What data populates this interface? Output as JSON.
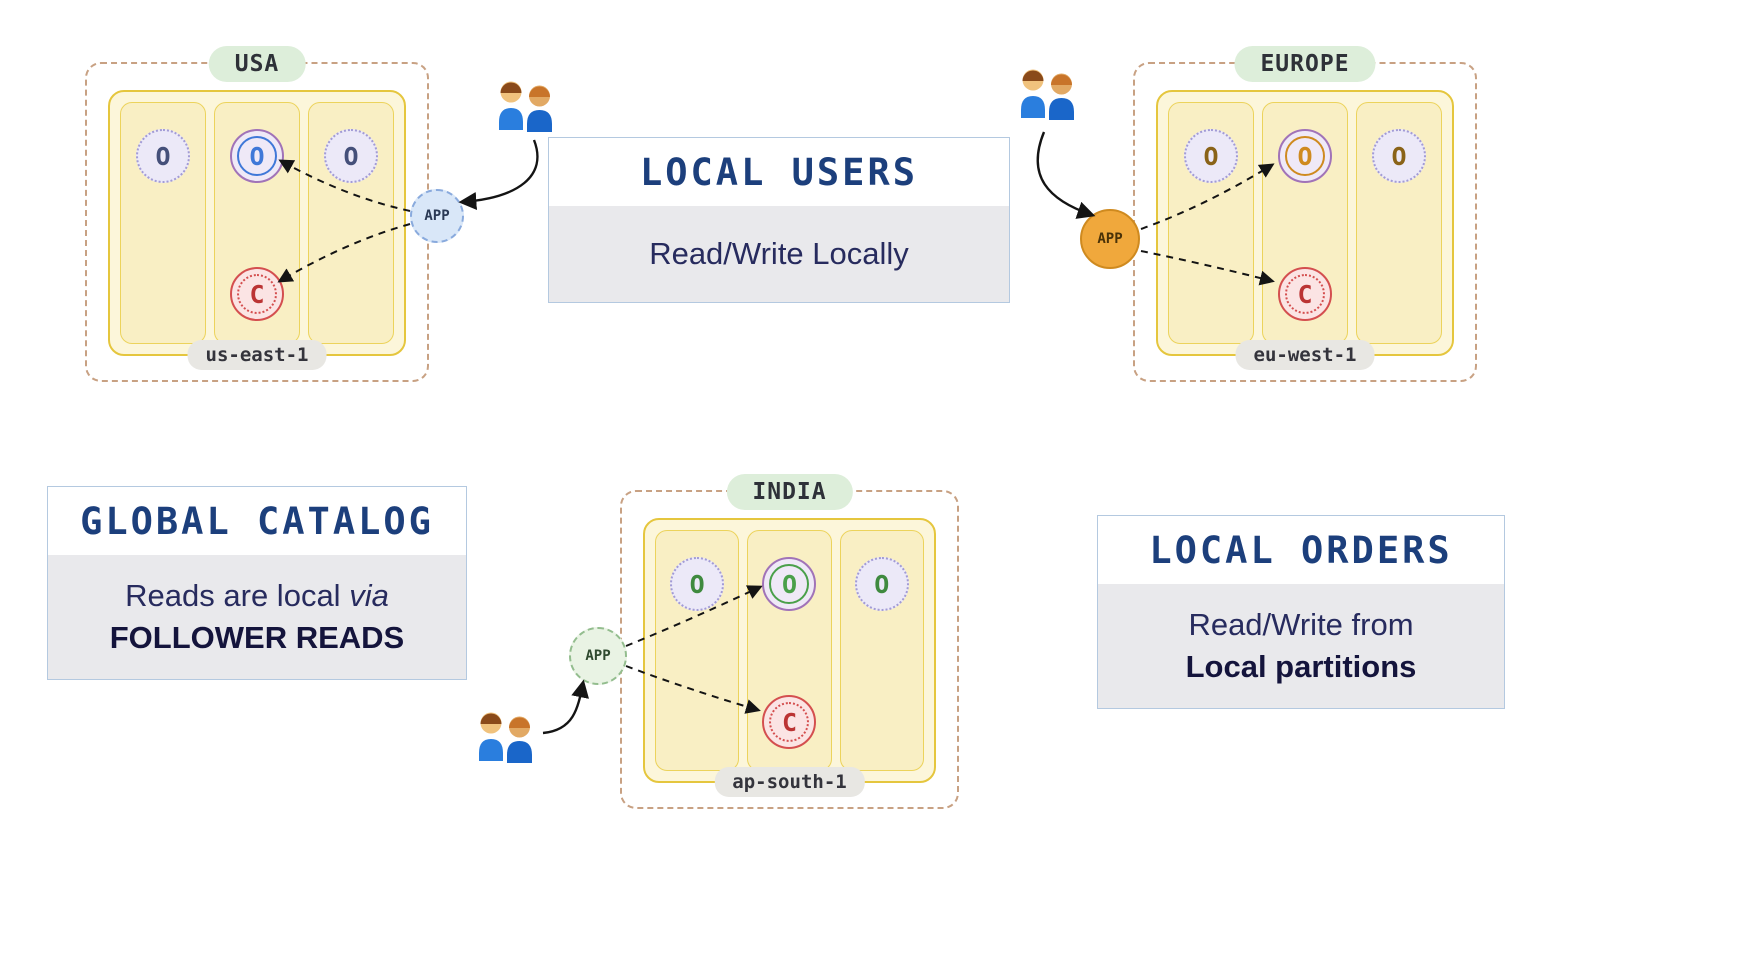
{
  "regions": {
    "usa": {
      "name": "USA",
      "zone": "us-east-1",
      "app_label": "APP",
      "replicas": {
        "left": "O",
        "center_top": "O",
        "center_bottom": "C",
        "right": "O"
      }
    },
    "europe": {
      "name": "EUROPE",
      "zone": "eu-west-1",
      "app_label": "APP",
      "replicas": {
        "left": "O",
        "center_top": "O",
        "center_bottom": "C",
        "right": "O"
      }
    },
    "india": {
      "name": "INDIA",
      "zone": "ap-south-1",
      "app_label": "APP",
      "replicas": {
        "left": "O",
        "center_top": "O",
        "center_bottom": "C",
        "right": "O"
      }
    }
  },
  "callouts": {
    "local_users": {
      "title": "LOCAL USERS",
      "body": "Read/Write Locally"
    },
    "global_catalog": {
      "title": "GLOBAL CATALOG",
      "body_prefix": "Reads are local ",
      "body_italic": "via",
      "body_bold": "FOLLOWER READS"
    },
    "local_orders": {
      "title": "LOCAL ORDERS",
      "body_line1": "Read/Write from",
      "body_bold": "Local partitions"
    }
  },
  "icons": {
    "users": "users-icon",
    "app": "app-circle"
  },
  "colors": {
    "region_border": "#c8a183",
    "region_label_bg": "#ddeeda",
    "cluster_fill": "#fcf6da",
    "cluster_border": "#e5c63e",
    "node_fill": "#f9efc4",
    "leader_outer_ring": "#a173b8",
    "catalog_red": "#d44f4f",
    "usa_accent": "#3f78d8",
    "europe_accent": "#cf8a1f",
    "india_accent": "#4aa04a",
    "app_usa_bg": "#d9e7f8",
    "app_europe_bg": "#f0a83c",
    "app_india_bg": "#e9f3e4",
    "callout_border": "#b4c9e0",
    "callout_title_color": "#1c3f7c",
    "callout_body_bg": "#e9e9ec"
  }
}
